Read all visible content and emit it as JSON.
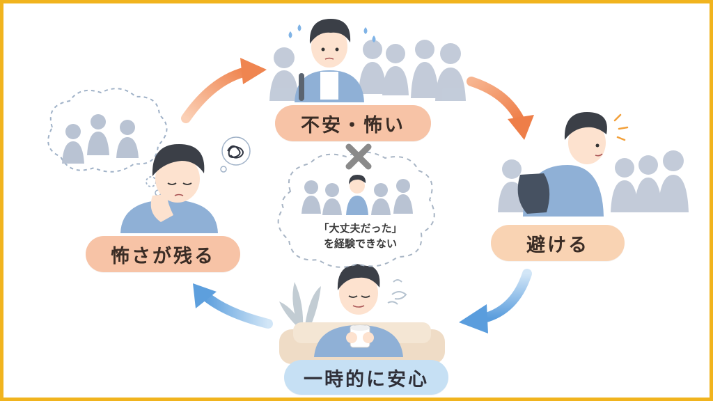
{
  "cycle": {
    "top": "不安・怖い",
    "right": "避ける",
    "bottom": "一時的に安心",
    "left": "怖さが残る"
  },
  "center": {
    "line1": "「大丈夫だった」",
    "line2": "を経験できない"
  },
  "colors": {
    "frame": "#f1b41e",
    "warm_pill": "#f7c3a6",
    "peach_pill": "#f9d3b3",
    "blue_pill": "#c6e0f4",
    "orange_arrow": "#f08a55",
    "blue_arrow": "#6aa8e2",
    "cross": "#8a8a8a"
  },
  "icons": [
    "cross-icon",
    "scribble-worry-icon",
    "sweat-drop-icon",
    "steam-icon",
    "plant-icon"
  ]
}
